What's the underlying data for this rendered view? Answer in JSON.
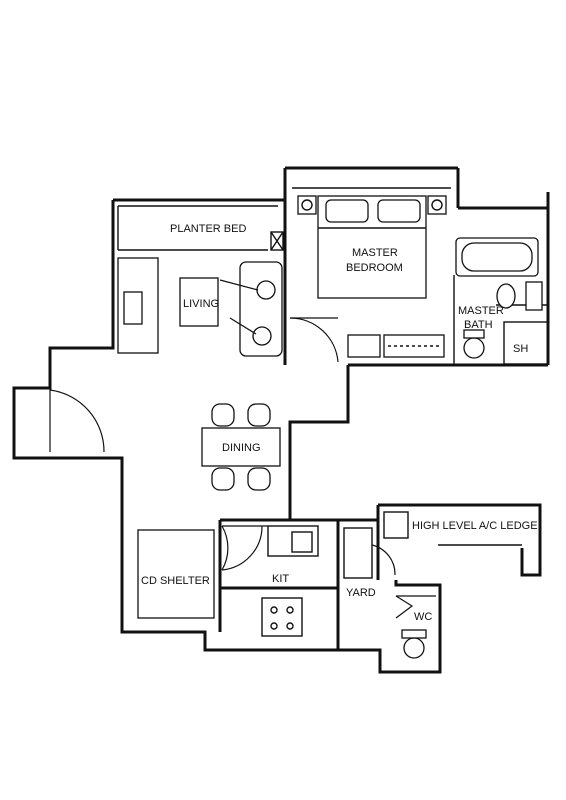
{
  "labels": {
    "planter_bed": "PLANTER BED",
    "living": "LIVING",
    "master_bedroom_line1": "MASTER",
    "master_bedroom_line2": "BEDROOM",
    "master_bath_line1": "MASTER",
    "master_bath_line2": "BATH",
    "shower": "SH",
    "dining": "DINING",
    "high_level_ac_ledge": "HIGH LEVEL A/C LEDGE",
    "cd_shelter": "CD SHELTER",
    "kitchen": "KIT",
    "yard": "YARD",
    "wc": "WC"
  }
}
